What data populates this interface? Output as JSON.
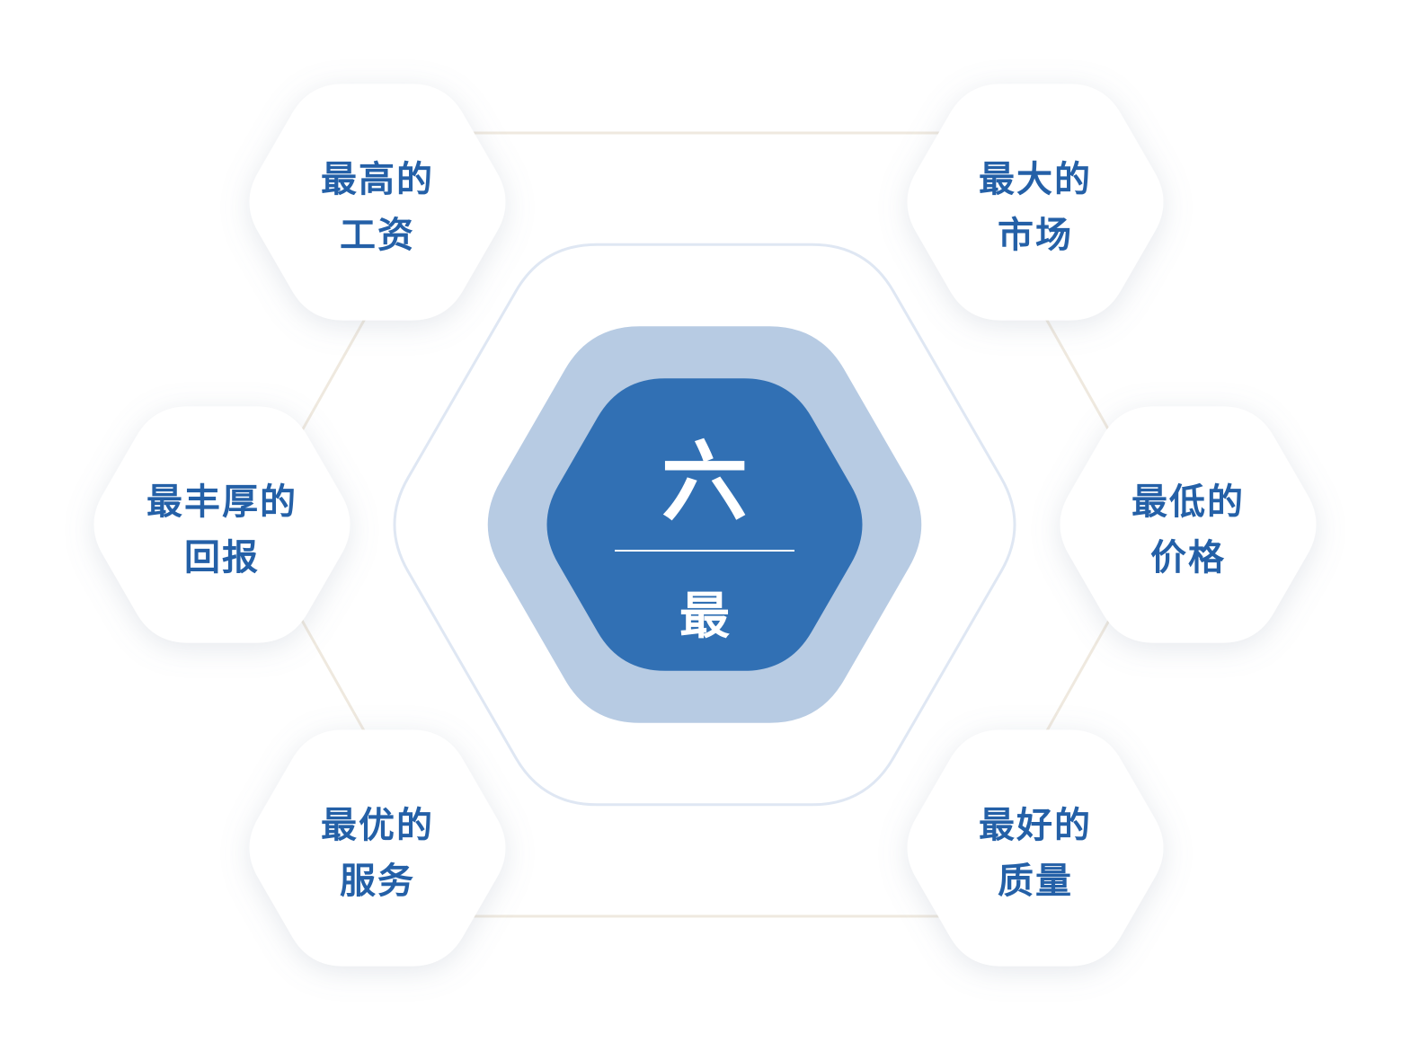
{
  "center": {
    "big_char": "六",
    "sub_char": "最"
  },
  "items": [
    {
      "line1": "最高的",
      "line2": "工资"
    },
    {
      "line1": "最大的",
      "line2": "市场"
    },
    {
      "line1": "最丰厚的",
      "line2": "回报"
    },
    {
      "line1": "最低的",
      "line2": "价格"
    },
    {
      "line1": "最优的",
      "line2": "服务"
    },
    {
      "line1": "最好的",
      "line2": "质量"
    }
  ],
  "colors": {
    "primary_blue": "#3170b4",
    "light_blue": "#b7cbe3",
    "text_blue": "#2460a7",
    "outline_blue": "#dfe7f3",
    "connector_beige": "#efe9df",
    "hex_fill": "#ffffff"
  }
}
